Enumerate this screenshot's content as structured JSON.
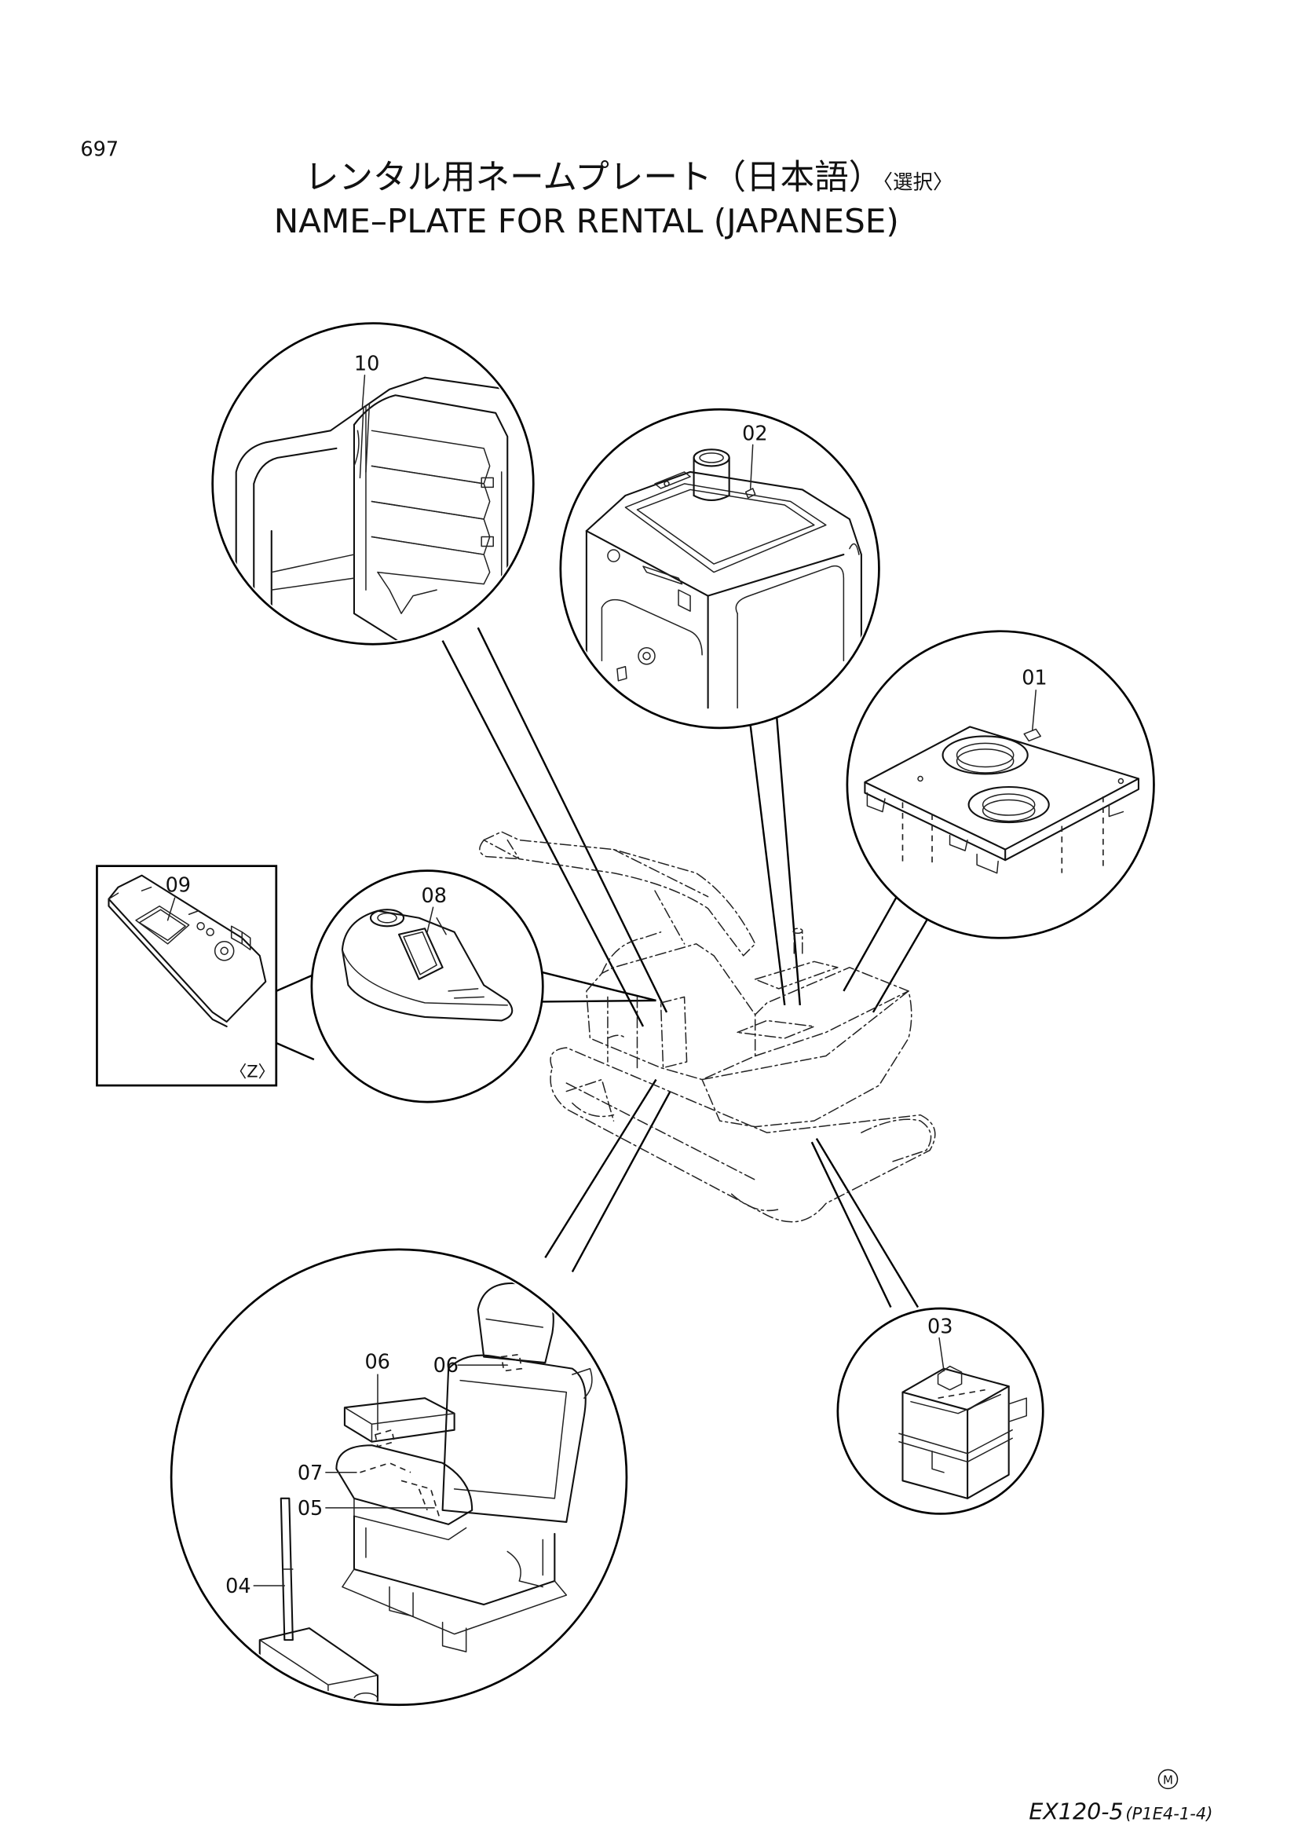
{
  "page_number": "697",
  "title_jp": "レンタル用ネームプレート（日本語）",
  "title_jp_suffix": "〈選択〉",
  "title_en": "NAME–PLATE FOR RENTAL (JAPANESE)",
  "view_label": "〈Z〉",
  "callouts": {
    "c01": "01",
    "c02": "02",
    "c03": "03",
    "c04": "04",
    "c05": "05",
    "c06a": "06",
    "c06b": "06",
    "c07": "07",
    "c08": "08",
    "c09": "09",
    "c10": "10"
  },
  "footer": {
    "mark": "M",
    "model": "EX120-5",
    "code": "(P1E4-1-4)"
  }
}
